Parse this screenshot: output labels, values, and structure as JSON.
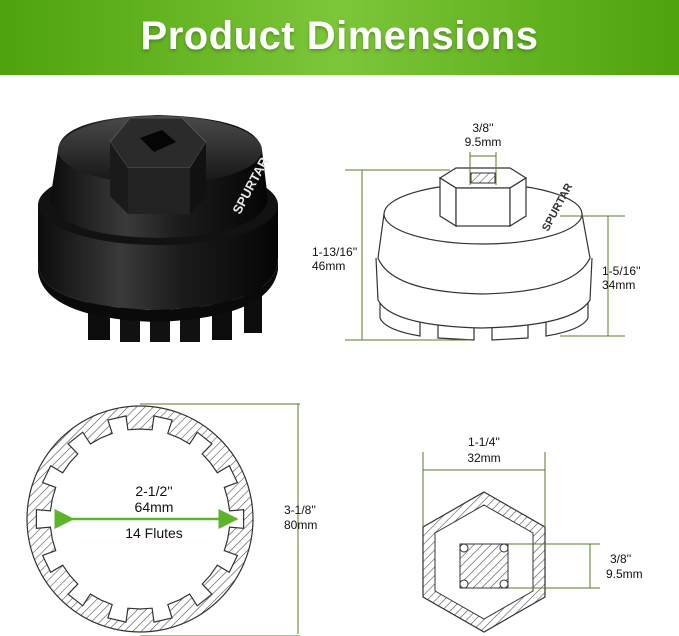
{
  "banner": {
    "title": "Product Dimensions",
    "color": "#5fb31f"
  },
  "brand": "SPURTAR",
  "side_view": {
    "drive_size": [
      "3/8''",
      "9.5mm"
    ],
    "total_height": [
      "1-13/16''",
      "46mm"
    ],
    "cup_height": [
      "1-5/16''",
      "34mm"
    ]
  },
  "bottom_view": {
    "inner_diameter": [
      "2-1/2''",
      "64mm"
    ],
    "flutes": "14 Flutes",
    "outer_diameter": [
      "3-1/8''",
      "80mm"
    ]
  },
  "top_view": {
    "hex_size": [
      "1-1/4''",
      "32mm"
    ],
    "square_drive": [
      "3/8''",
      "9.5mm"
    ]
  },
  "colors": {
    "dimension_line": "#5a7a2a",
    "arrow": "#5db32a",
    "product": "#1a1a1a"
  }
}
